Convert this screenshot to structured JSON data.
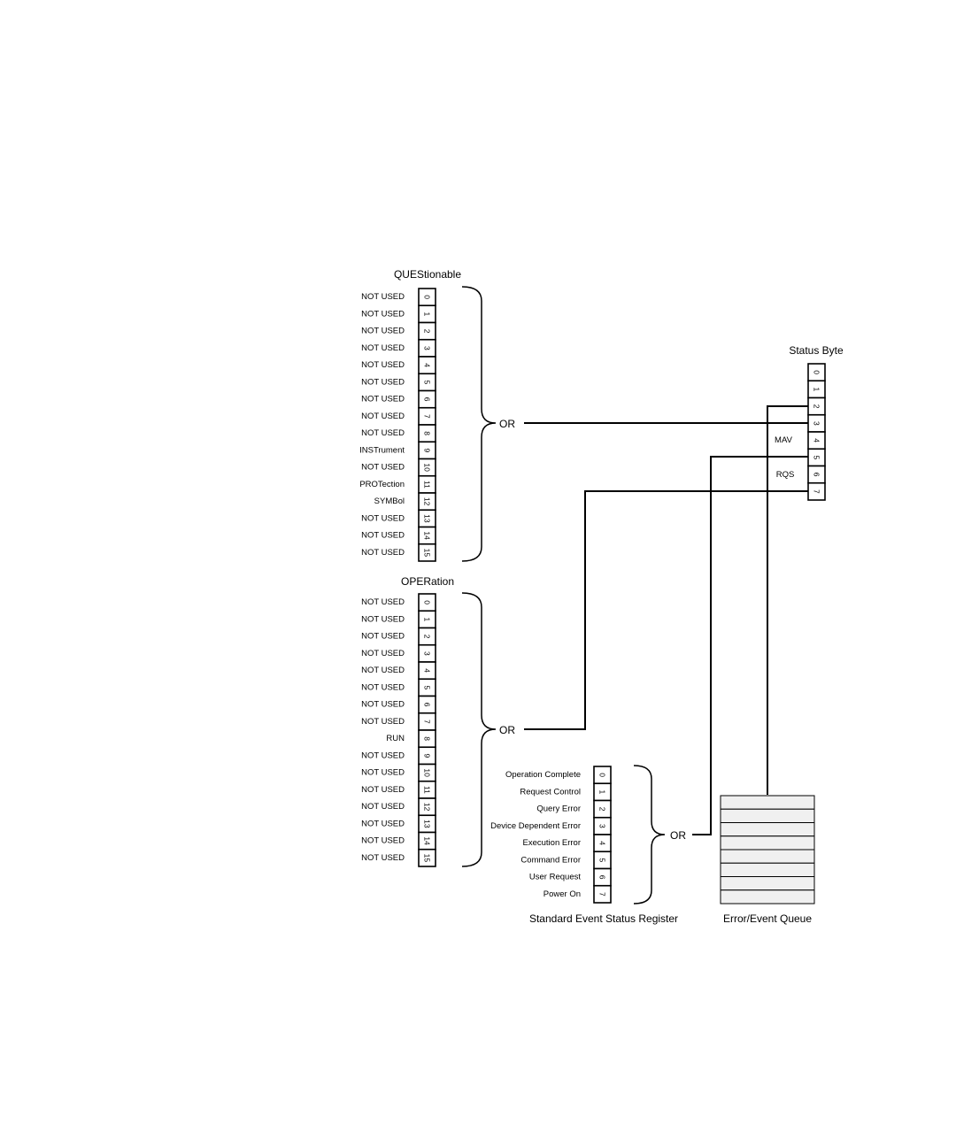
{
  "questionable": {
    "title": "QUEStionable",
    "labels": [
      "NOT USED",
      "NOT USED",
      "NOT USED",
      "NOT USED",
      "NOT USED",
      "NOT USED",
      "NOT USED",
      "NOT USED",
      "NOT USED",
      "INSTrument",
      "NOT USED",
      "PROTection",
      "SYMBol",
      "NOT USED",
      "NOT USED",
      "NOT USED"
    ],
    "bits": [
      "0",
      "1",
      "2",
      "3",
      "4",
      "5",
      "6",
      "7",
      "8",
      "9",
      "10",
      "11",
      "12",
      "13",
      "14",
      "15"
    ],
    "or_label": "OR"
  },
  "operation": {
    "title": "OPERation",
    "labels": [
      "NOT USED",
      "NOT USED",
      "NOT USED",
      "NOT USED",
      "NOT USED",
      "NOT USED",
      "NOT USED",
      "NOT USED",
      "RUN",
      "NOT USED",
      "NOT USED",
      "NOT USED",
      "NOT USED",
      "NOT USED",
      "NOT USED",
      "NOT USED"
    ],
    "bits": [
      "0",
      "1",
      "2",
      "3",
      "4",
      "5",
      "6",
      "7",
      "8",
      "9",
      "10",
      "11",
      "12",
      "13",
      "14",
      "15"
    ],
    "or_label": "OR"
  },
  "standard_event": {
    "title": "Standard Event Status Register",
    "labels": [
      "Operation Complete",
      "Request Control",
      "Query Error",
      "Device Dependent Error",
      "Execution Error",
      "Command Error",
      "User Request",
      "Power On"
    ],
    "bits": [
      "0",
      "1",
      "2",
      "3",
      "4",
      "5",
      "6",
      "7"
    ],
    "or_label": "OR"
  },
  "status_byte": {
    "title": "Status Byte",
    "bits": [
      "0",
      "1",
      "2",
      "3",
      "4",
      "5",
      "6",
      "7"
    ],
    "mav_label": "MAV",
    "rqs_label": "RQS"
  },
  "error_queue": {
    "title": "Error/Event Queue"
  }
}
